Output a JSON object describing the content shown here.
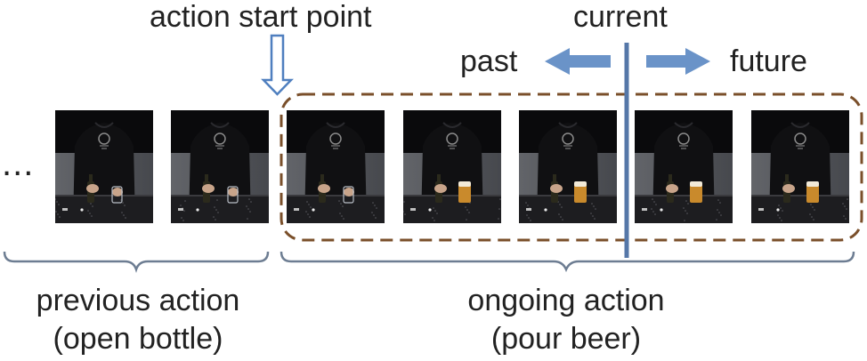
{
  "labels": {
    "action_start_point": "action start point",
    "current": "current",
    "past": "past",
    "future": "future",
    "ellipsis": "...",
    "previous_action_line1": "previous action",
    "previous_action_line2": "(open bottle)",
    "ongoing_action_line1": "ongoing action",
    "ongoing_action_line2": "(pour beer)"
  },
  "colors": {
    "arrow_blue": "#6a93c8",
    "current_line": "#5577a8",
    "dashed_box": "#7a4f2a",
    "brace": "#6d7d92"
  },
  "frames": [
    {
      "group": "previous",
      "beer": false
    },
    {
      "group": "previous",
      "beer": false
    },
    {
      "group": "ongoing",
      "beer": false
    },
    {
      "group": "ongoing",
      "beer": true
    },
    {
      "group": "ongoing",
      "beer": true
    },
    {
      "group": "ongoing",
      "beer": true
    },
    {
      "group": "ongoing",
      "beer": true
    }
  ]
}
